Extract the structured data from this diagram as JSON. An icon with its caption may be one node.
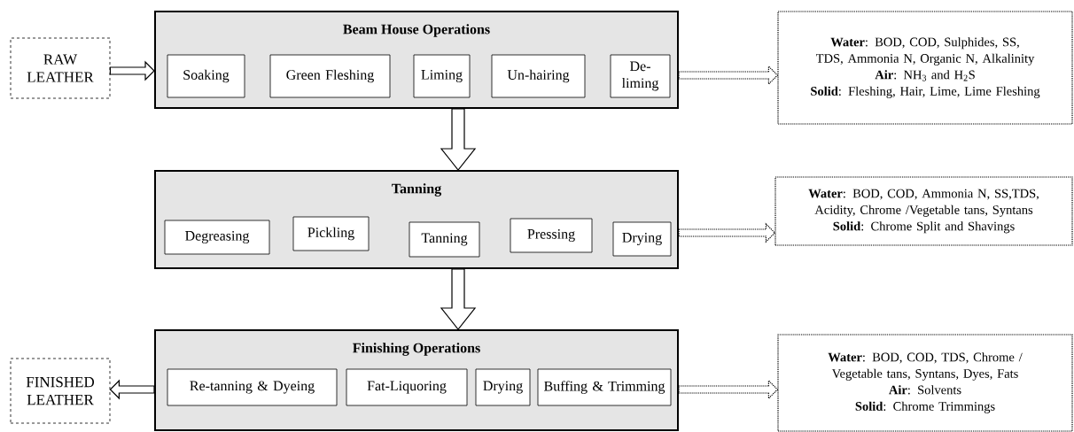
{
  "diagram": {
    "nodes": [
      {
        "text": [
          "RAW LEATHER"
        ]
      },
      {
        "text": [
          "Beam House Operations"
        ]
      },
      {
        "text": [
          "Soaking"
        ],
        "in": 1
      },
      {
        "text": [
          "Green Fleshing"
        ],
        "in": 1
      },
      {
        "text": [
          "Liming"
        ],
        "in": 1
      },
      {
        "text": [
          "Un-hairing"
        ],
        "in": 1
      },
      {
        "text": [
          "De-liming"
        ],
        "in": 1
      },
      {
        "text": [
          "**Water**: BOD, COD, Sulphides, SS, TDS, Ammonia N, Organic N, Alkalinity",
          "**Air**: NH$_{3}$ and H$_{2}$S",
          "**Solid**: Fleshing, Hair, Lime, Lime Fleshing"
        ]
      },
      {
        "text": [
          "Tanning"
        ]
      },
      {
        "text": [
          "Degreasing"
        ],
        "in": 8
      },
      {
        "text": [
          "Pickling"
        ],
        "in": 8
      },
      {
        "text": [
          "Tanning"
        ],
        "in": 8
      },
      {
        "text": [
          "Pressing"
        ],
        "in": 8
      },
      {
        "text": [
          "Drying"
        ],
        "in": 8
      },
      {
        "text": [
          "**Water**: BOD, COD, Ammonia N, SS,TDS, Acidity, Chrome /Vegetable tans, Syntans",
          "**Solid**: Chrome Split and Shavings"
        ]
      },
      {
        "text": [
          "FINISHED LEATHER"
        ]
      },
      {
        "text": [
          "Finishing Operations"
        ]
      },
      {
        "text": [
          "Re-tanning & Dyeing"
        ],
        "in": 16
      },
      {
        "text": [
          "Fat-Liquoring"
        ],
        "in": 16
      },
      {
        "text": [
          "Drying"
        ],
        "in": 16
      },
      {
        "text": [
          "Buffing & Trimming"
        ],
        "in": 16
      },
      {
        "text": [
          "**Water**: BOD, COD, TDS, Chrome / Vegetable tans, Syntans, Dyes, Fats",
          "**Air**: Solvents",
          "**Solid**: Chrome Trimmings"
        ]
      }
    ],
    "edges": [
      {
        "from": 0,
        "to": 1,
        "arrow": "to"
      },
      {
        "from": 1,
        "to": 7,
        "arrow": "to",
        "style": "dashed"
      },
      {
        "from": 1,
        "to": 8,
        "arrow": "to"
      },
      {
        "from": 8,
        "to": 14,
        "arrow": "to",
        "style": "dashed"
      },
      {
        "from": 8,
        "to": 16,
        "arrow": "to"
      },
      {
        "from": 16,
        "to": 15,
        "arrow": "to"
      },
      {
        "from": 16,
        "to": 21,
        "arrow": "to",
        "style": "dashed"
      }
    ]
  }
}
